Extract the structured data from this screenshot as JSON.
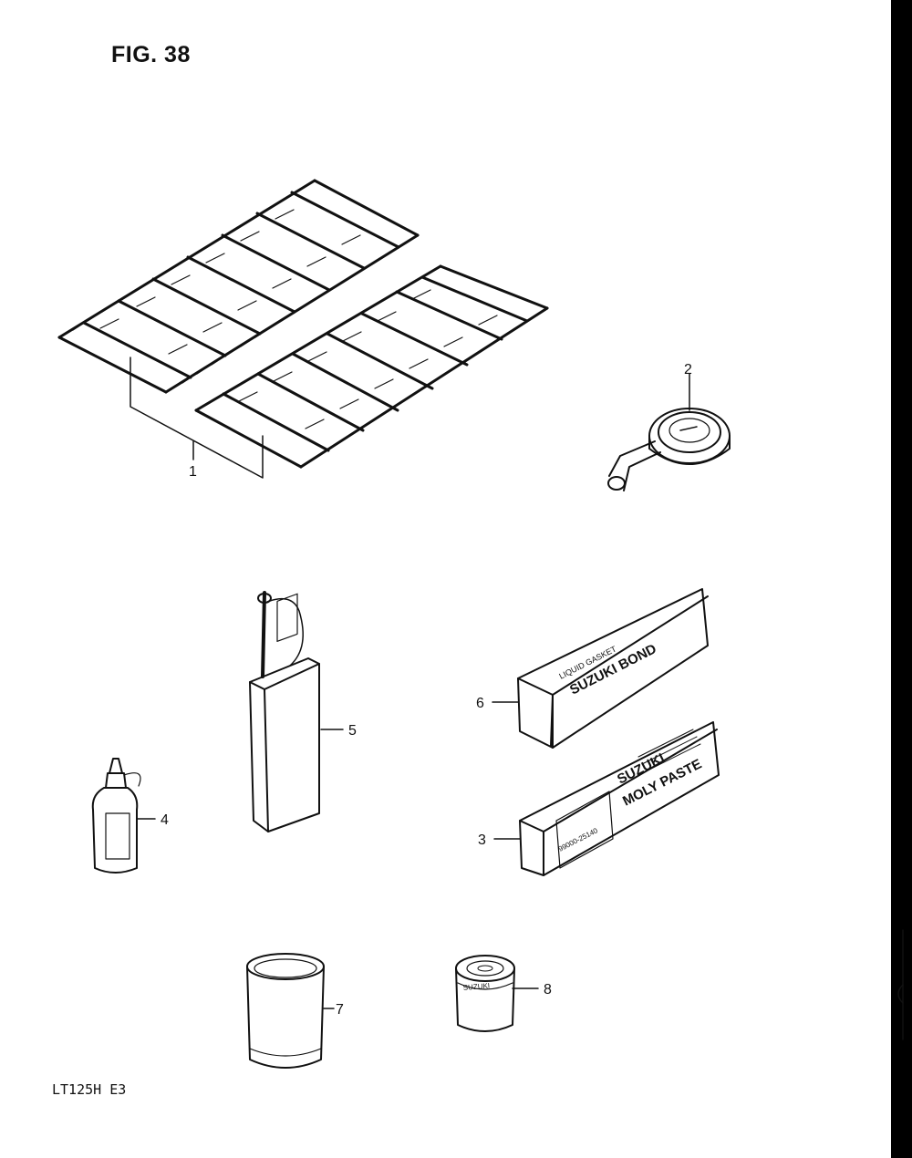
{
  "figure": {
    "title": "FIG. 38",
    "model_code": "LT125H  E3"
  },
  "callouts": [
    {
      "id": "1",
      "label": "1"
    },
    {
      "id": "2",
      "label": "2"
    },
    {
      "id": "3",
      "label": "3"
    },
    {
      "id": "4",
      "label": "4"
    },
    {
      "id": "5",
      "label": "5"
    },
    {
      "id": "6",
      "label": "6"
    },
    {
      "id": "7",
      "label": "7"
    },
    {
      "id": "8",
      "label": "8"
    }
  ],
  "parts": {
    "bond_box": {
      "line1": "LIQUID GASKET",
      "line2": "SUZUKI BOND"
    },
    "paste_box": {
      "line1": "SUZUKI",
      "line2": "MOLY PASTE",
      "code": "99000-25140"
    },
    "can8": {
      "brand": "SUZUKI"
    }
  }
}
